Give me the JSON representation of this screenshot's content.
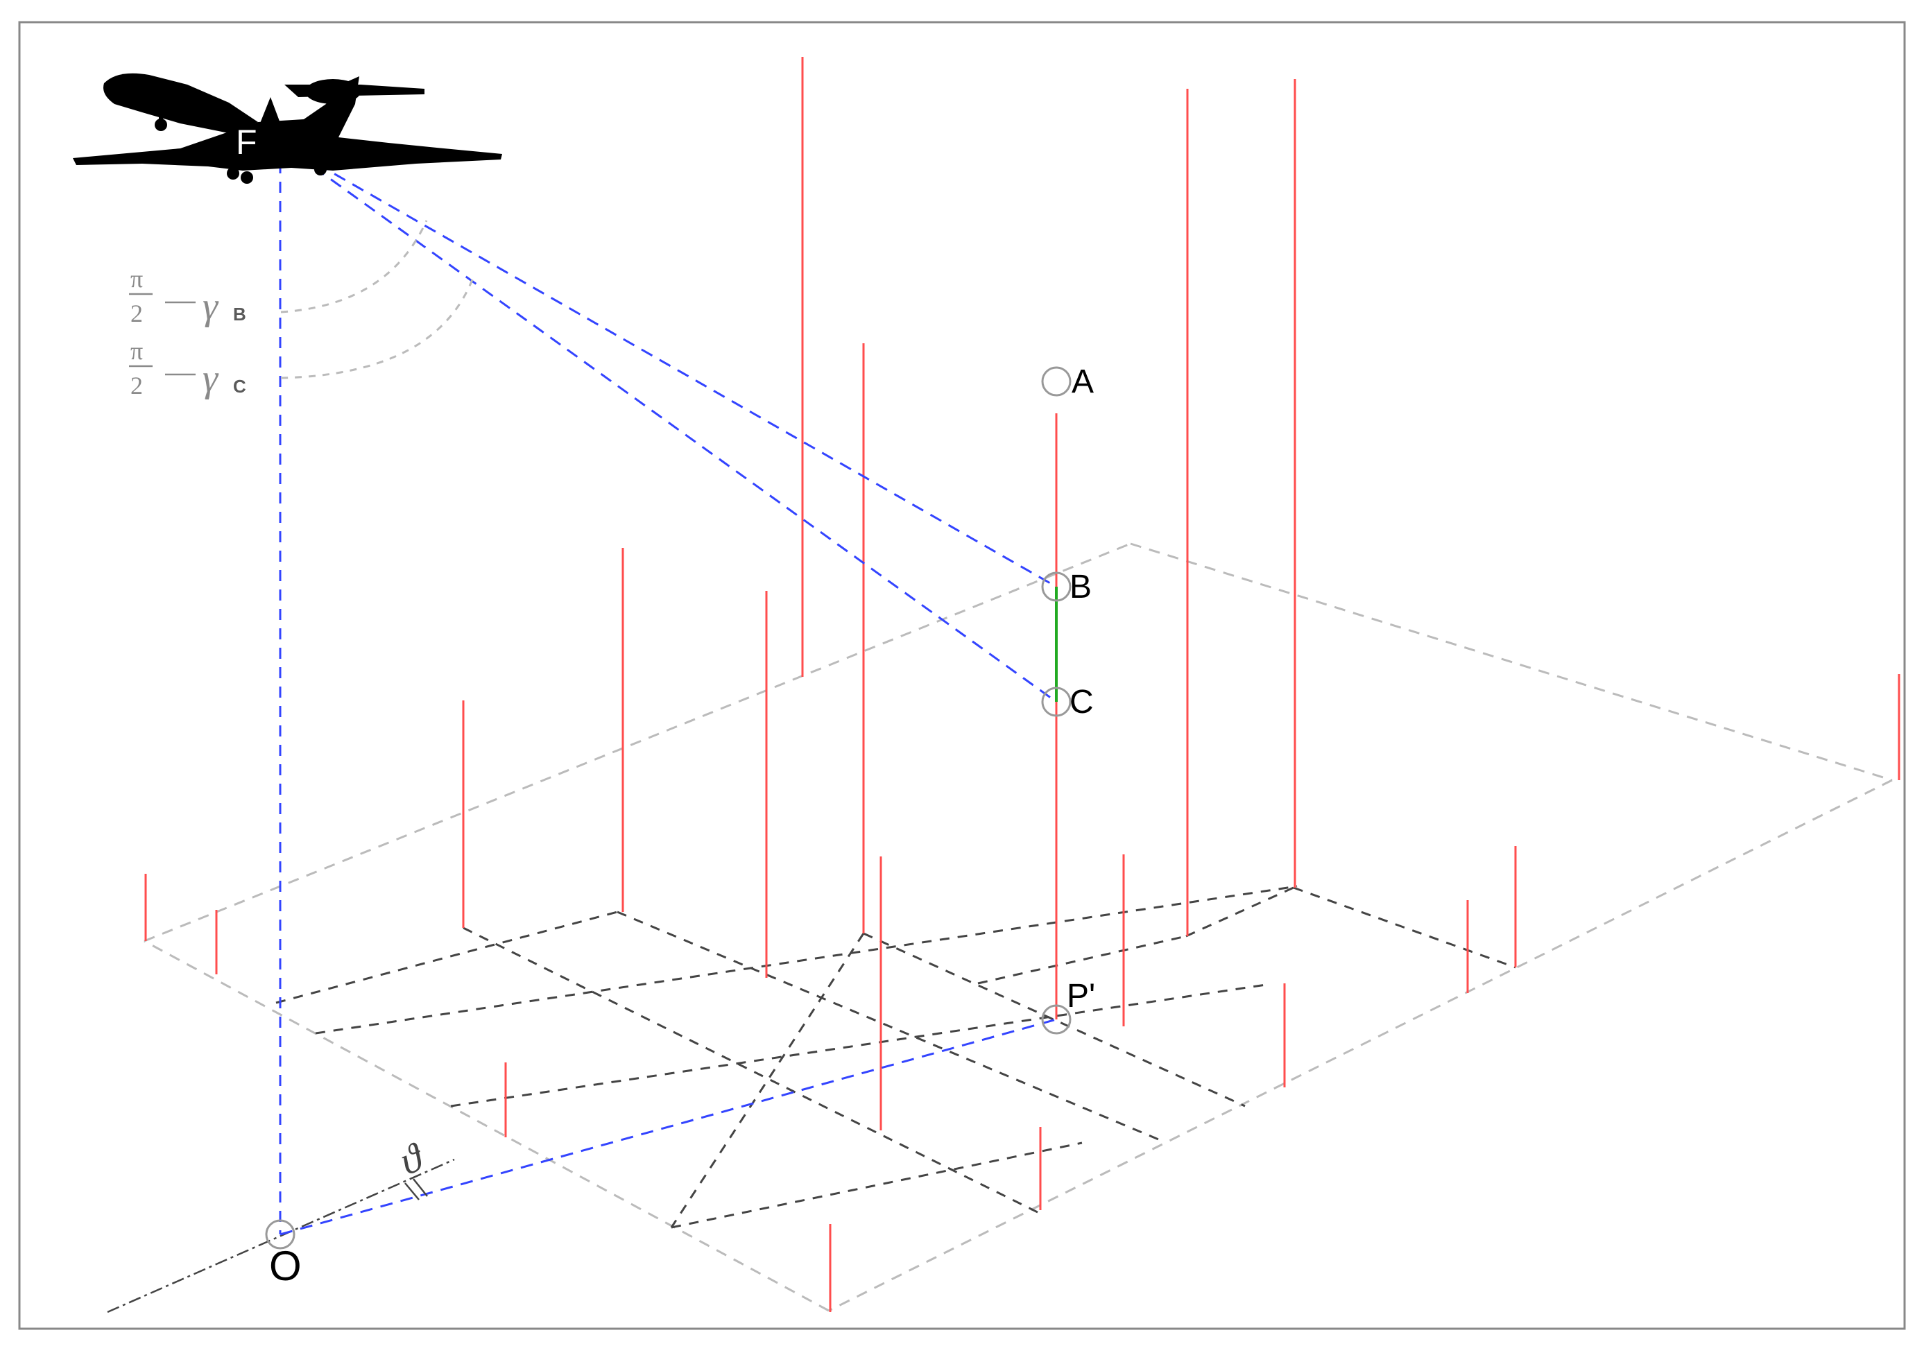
{
  "points": {
    "F": "F",
    "A": "A",
    "B": "B",
    "C": "C",
    "P": "P'",
    "O": "O"
  },
  "angles": {
    "gamma_b": {
      "numerator": "π",
      "denominator": "2",
      "symbol": "γ",
      "subscript": "B"
    },
    "gamma_c": {
      "numerator": "π",
      "denominator": "2",
      "symbol": "γ",
      "subscript": "C"
    },
    "theta": "ϑ"
  },
  "colors": {
    "pole": "#ff4d4d",
    "sightline": "#3344ff",
    "segment_bc": "#22aa22",
    "grid_light": "#bbbbbb",
    "grid_dark": "#444444",
    "frame": "#888888",
    "aircraft": "#000000"
  },
  "icons": {
    "aircraft": "airplane-silhouette-icon"
  }
}
